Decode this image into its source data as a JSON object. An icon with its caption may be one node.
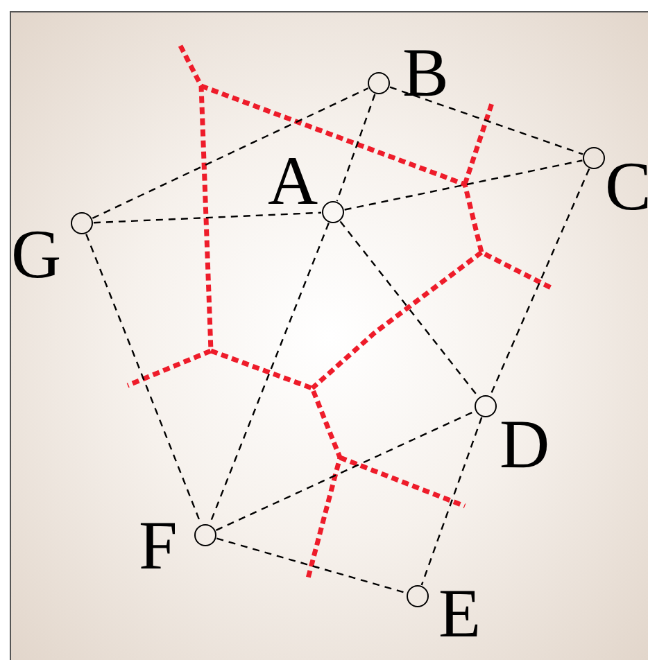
{
  "diagram": {
    "nodes": [
      {
        "text": [],
        "shape": "circle",
        "beside": [
          "B"
        ]
      },
      {
        "text": [],
        "shape": "circle",
        "beside": [
          "C"
        ]
      },
      {
        "text": [],
        "shape": "circle",
        "beside": [
          "A"
        ]
      },
      {
        "text": [],
        "shape": "circle",
        "beside": [
          "G"
        ]
      },
      {
        "text": [],
        "shape": "circle",
        "beside": [
          "D"
        ]
      },
      {
        "text": [],
        "shape": "circle",
        "beside": [
          "F"
        ]
      },
      {
        "text": [],
        "shape": "circle",
        "beside": [
          "E"
        ]
      }
    ],
    "edges": [
      {
        "from": 3,
        "to": 0,
        "arrow": "none",
        "style": "dashed"
      },
      {
        "from": 0,
        "to": 1,
        "arrow": "none",
        "style": "dashed"
      },
      {
        "from": 0,
        "to": 2,
        "arrow": "none",
        "style": "dashed"
      },
      {
        "from": 3,
        "to": 2,
        "arrow": "none",
        "style": "dashed"
      },
      {
        "from": 2,
        "to": 1,
        "arrow": "none",
        "style": "dashed"
      },
      {
        "from": 3,
        "to": 5,
        "arrow": "none",
        "style": "dashed"
      },
      {
        "from": 2,
        "to": 5,
        "arrow": "none",
        "style": "dashed"
      },
      {
        "from": 2,
        "to": 4,
        "arrow": "none",
        "style": "dashed"
      },
      {
        "from": 1,
        "to": 4,
        "arrow": "none",
        "style": "dashed"
      },
      {
        "from": 5,
        "to": 4,
        "arrow": "none",
        "style": "dashed"
      },
      {
        "from": 5,
        "to": 6,
        "arrow": "none",
        "style": "dashed"
      },
      {
        "from": 4,
        "to": 6,
        "arrow": "none",
        "style": "dashed"
      }
    ]
  }
}
